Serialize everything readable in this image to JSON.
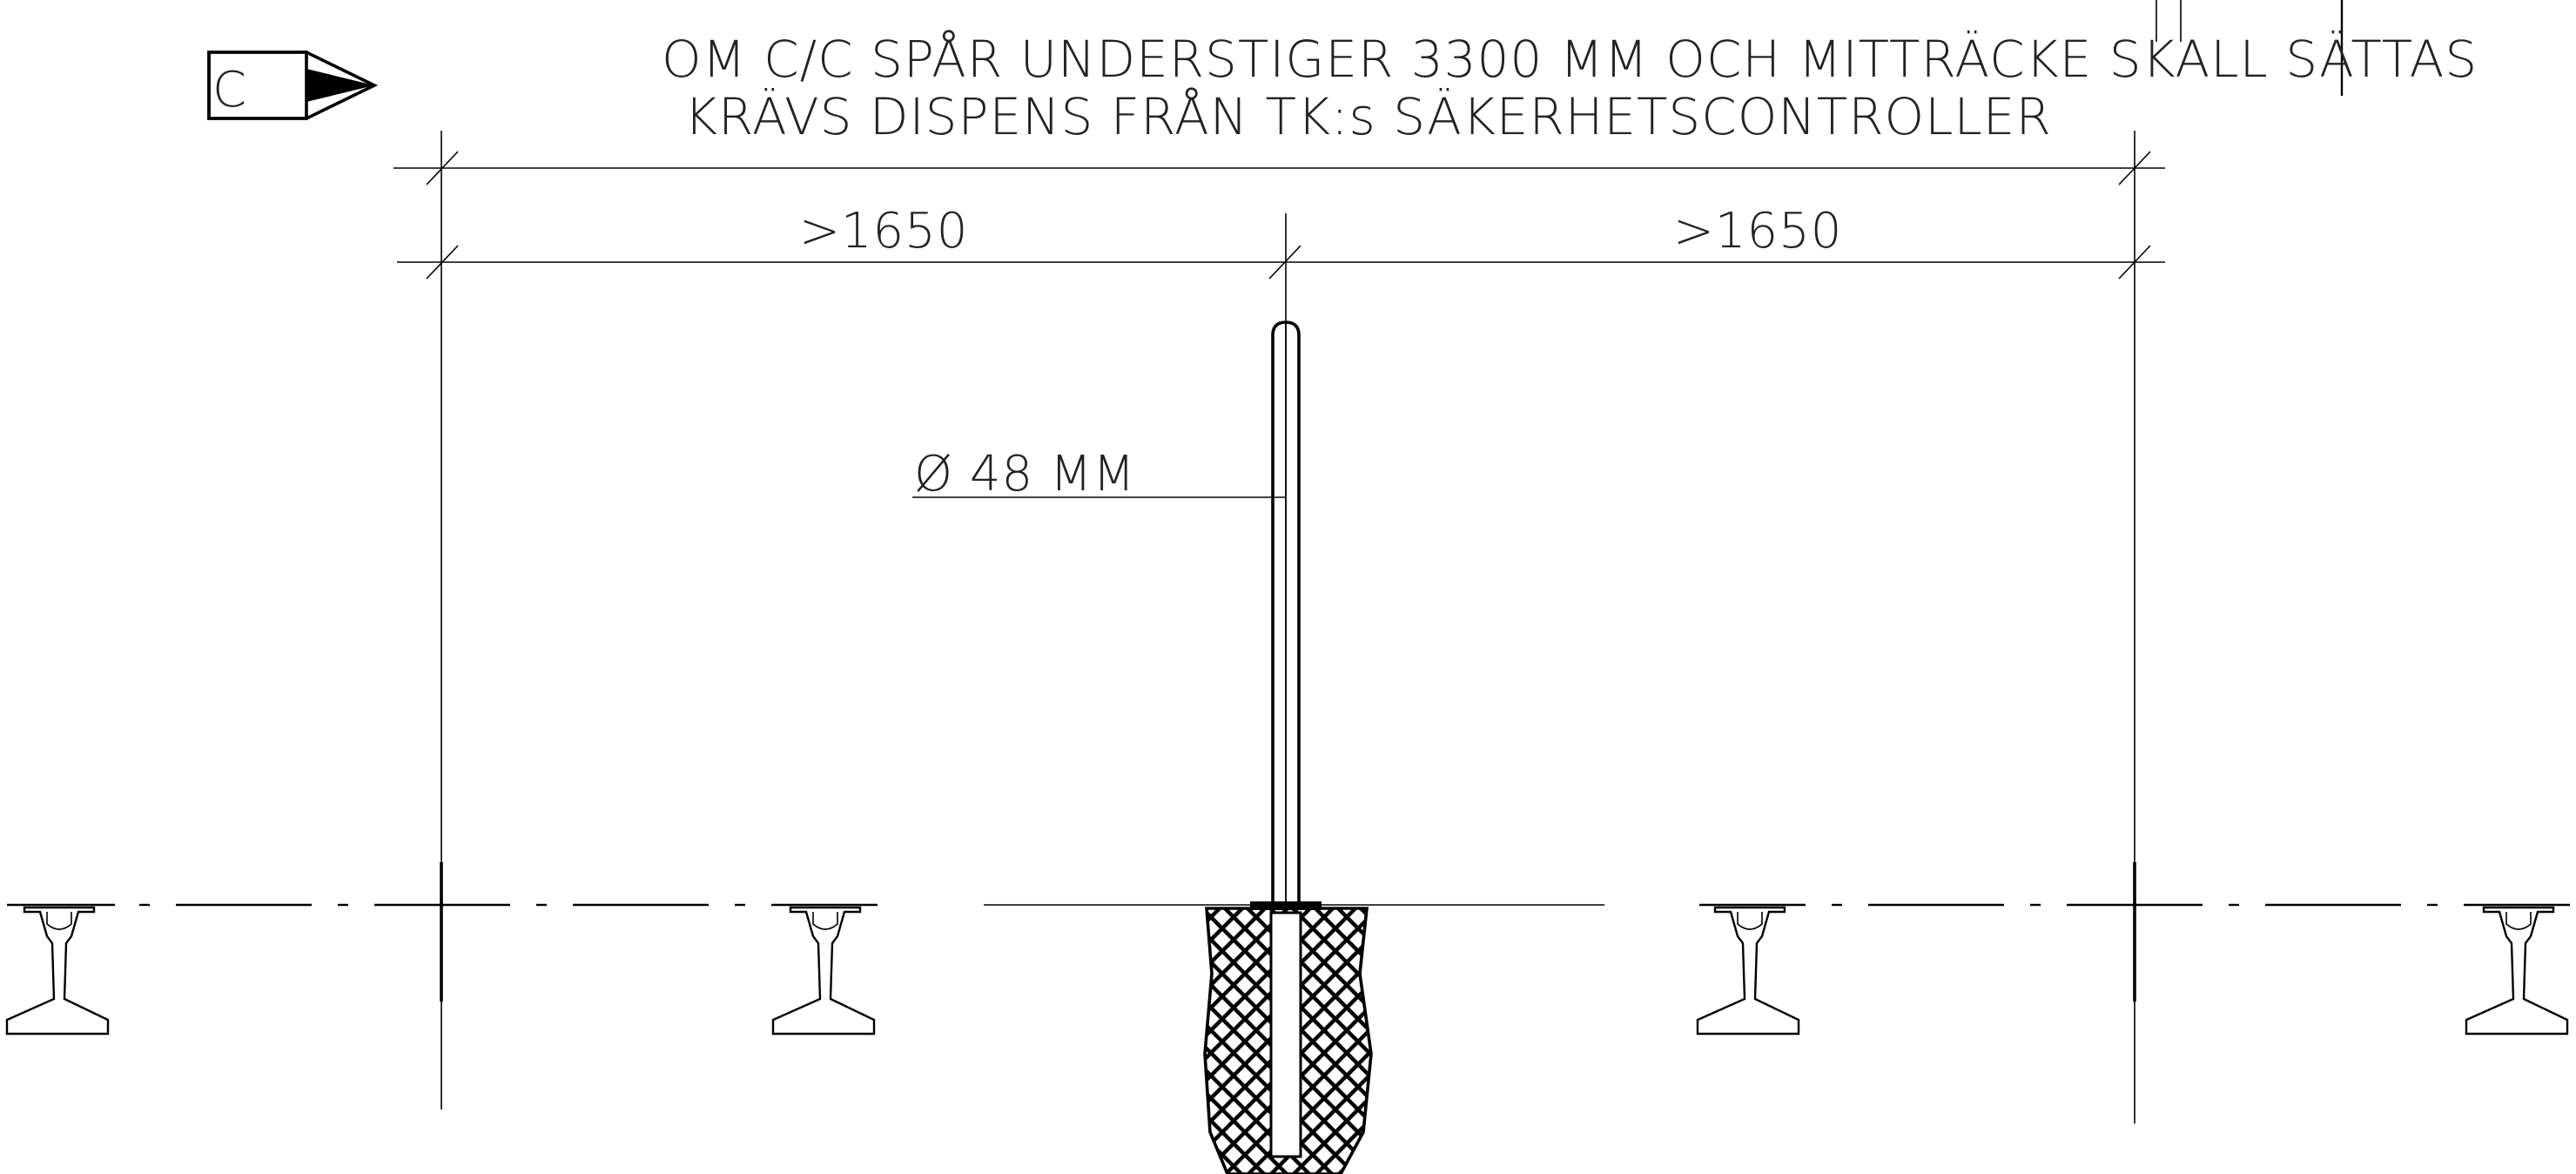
{
  "section_marker": {
    "letter": "C"
  },
  "note": {
    "line1": "OM C/C SPÅR UNDERSTIGER 3300 MM OCH MITTRÄCKE SKALL SÄTTAS",
    "line2": "KRÄVS DISPENS FRÅN TK:s SÄKERHETSCONTROLLER"
  },
  "dimensions": {
    "left": ">1650",
    "right": ">1650",
    "diameter": "Ø 48 MM"
  },
  "colors": {
    "line": "#000000",
    "text": "#222222",
    "background": "#ffffff"
  }
}
